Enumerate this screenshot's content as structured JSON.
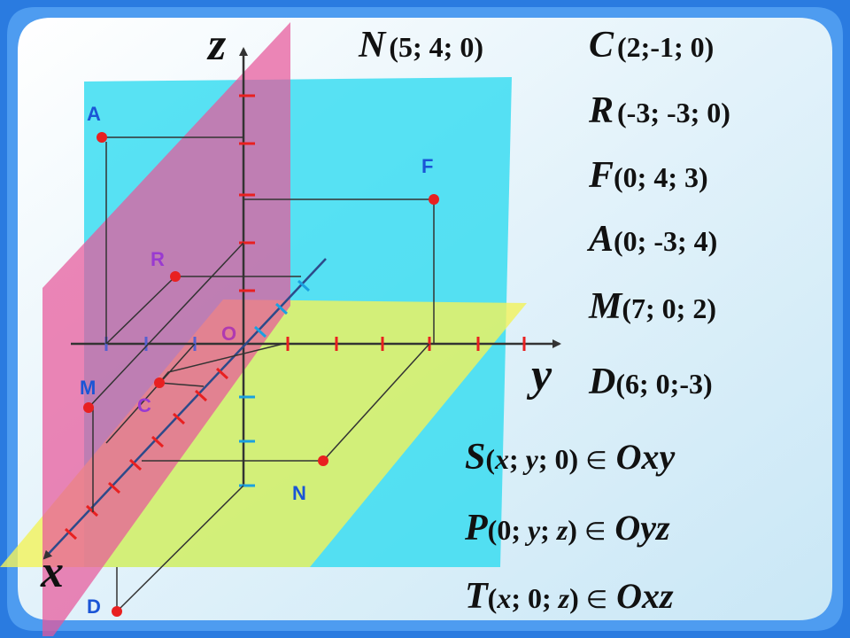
{
  "axes": {
    "x": "x",
    "y": "y",
    "z": "z",
    "origin": "O"
  },
  "points": [
    {
      "id": "A",
      "label": "A",
      "color": "#1a55d6"
    },
    {
      "id": "F",
      "label": "F",
      "color": "#1a55d6"
    },
    {
      "id": "R",
      "label": "R",
      "color": "#9a3ad0"
    },
    {
      "id": "M",
      "label": "M",
      "color": "#1a55d6"
    },
    {
      "id": "C",
      "label": "C",
      "color": "#9a3ad0"
    },
    {
      "id": "N",
      "label": "N",
      "color": "#1a55d6"
    },
    {
      "id": "D",
      "label": "D",
      "color": "#1a55d6"
    }
  ],
  "coordinates": [
    {
      "letter": "N",
      "value": "(5; 4; 0)"
    },
    {
      "letter": "C",
      "value": "(2;-1; 0)"
    },
    {
      "letter": "R",
      "value": "(-3; -3; 0)"
    },
    {
      "letter": "F",
      "value": "(0; 4; 3)"
    },
    {
      "letter": "A",
      "value": "(0; -3; 4)"
    },
    {
      "letter": "M",
      "value": "(7; 0; 2)"
    },
    {
      "letter": "D",
      "value": "(6; 0;-3)"
    }
  ],
  "rules": [
    {
      "letter": "S",
      "open": "(",
      "a": "x",
      "s1": "; ",
      "b": "y",
      "s2": "; ",
      "c": "0",
      "close": ")",
      "symbol": "∈",
      "plane": "Oxy"
    },
    {
      "letter": "P",
      "open": "(",
      "a": "0",
      "s1": "; ",
      "b": "y",
      "s2": "; ",
      "c": "z",
      "close": ")",
      "symbol": "∈",
      "plane": "Oyz"
    },
    {
      "letter": "T",
      "open": "(",
      "a": "x",
      "s1": "; ",
      "b": "0",
      "s2": "; ",
      "c": "z",
      "close": ")",
      "symbol": "∈",
      "plane": "Oxz"
    }
  ],
  "colors": {
    "frame_outer": "#2a7be0",
    "frame_inner": "#eaf5fb",
    "plane_oxz": "#e8579a",
    "plane_oyz": "#35dcf0",
    "plane_oxy": "#f2f25a",
    "point": "#e82020",
    "tick_red": "#e82020",
    "tick_blue": "#1aa0e0"
  }
}
